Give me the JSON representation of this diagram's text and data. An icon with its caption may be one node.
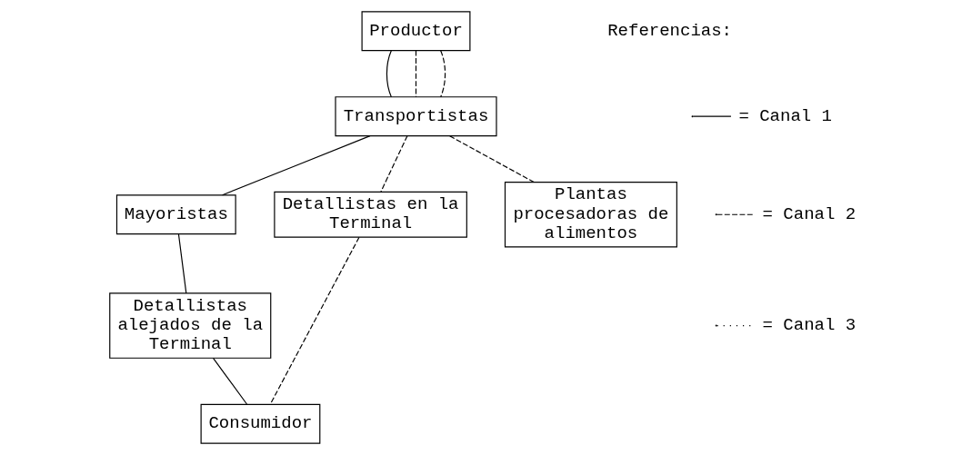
{
  "diagram": {
    "nodes": [
      {
        "text": [
          "Productor"
        ]
      },
      {
        "text": [
          "Transportistas"
        ]
      },
      {
        "text": [
          "Mayoristas"
        ]
      },
      {
        "text": [
          "Detallistas en la Terminal"
        ]
      },
      {
        "text": [
          "Plantas procesadoras de alimentos"
        ]
      },
      {
        "text": [
          "Detallistas alejados de la Terminal"
        ]
      },
      {
        "text": [
          "Consumidor"
        ]
      }
    ],
    "edges": [
      {
        "from": 0,
        "to": 1,
        "arrow": "none"
      },
      {
        "from": 0,
        "to": 1,
        "arrow": "none",
        "style": "dashed"
      },
      {
        "from": 0,
        "to": 1,
        "arrow": "none",
        "style": "dashed"
      },
      {
        "from": 1,
        "to": 2,
        "arrow": "none"
      },
      {
        "from": 1,
        "to": 3,
        "arrow": "none",
        "style": "dashed"
      },
      {
        "from": 1,
        "to": 4,
        "arrow": "none",
        "style": "dashed"
      },
      {
        "from": 2,
        "to": 5,
        "arrow": "none"
      },
      {
        "from": 5,
        "to": 6,
        "arrow": "none"
      },
      {
        "from": 3,
        "to": 6,
        "arrow": "none",
        "style": "dashed"
      }
    ],
    "labels": [
      "Referencias:"
    ],
    "legend": [
      {
        "text": "= Canal 1"
      },
      {
        "text": "= Canal 2"
      },
      {
        "text": "= Canal 3"
      }
    ]
  }
}
